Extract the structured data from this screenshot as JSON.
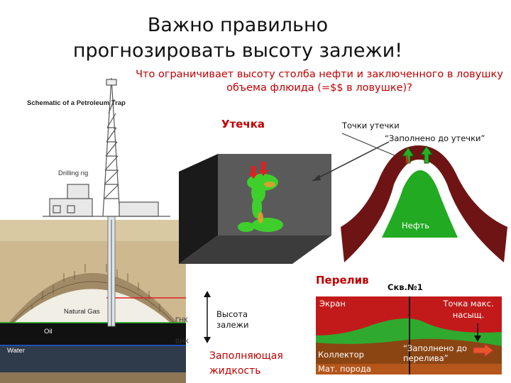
{
  "slide": {
    "title": "Важно правильно прогнозировать высоту залежи!",
    "question": "Что ограничивает высоту столба нефти и заключенного в ловушку объема флюида (=$$ в ловушке)?"
  },
  "trap_schematic": {
    "title": "Schematic of a Petroleum Trap",
    "drilling_rig": "Drilling rig",
    "natural_gas": "Natural Gas",
    "oil": "Oil",
    "water": "Water",
    "gnk": "ГНК",
    "vnk": "ВНК"
  },
  "seismic_view": {
    "label": "Утечка"
  },
  "leak_diagram": {
    "leak_points": "Точки утечки",
    "filled_to_leak": "“Заполнено до утечки”",
    "seal": "Экран",
    "oil": "Нефть"
  },
  "height_annotation": {
    "height_label": "Высота залежи",
    "fill_fluid": "Заполняющая жидкость"
  },
  "spill_diagram": {
    "title": "Перелив",
    "well": "Скв.№1",
    "seal": "Экран",
    "max_saturation": "Точка макс. насыщ.",
    "reservoir": "Коллектор",
    "host_rock": "Мат. порода",
    "filled_to_spill": "“Заполнено до перелива”"
  }
}
